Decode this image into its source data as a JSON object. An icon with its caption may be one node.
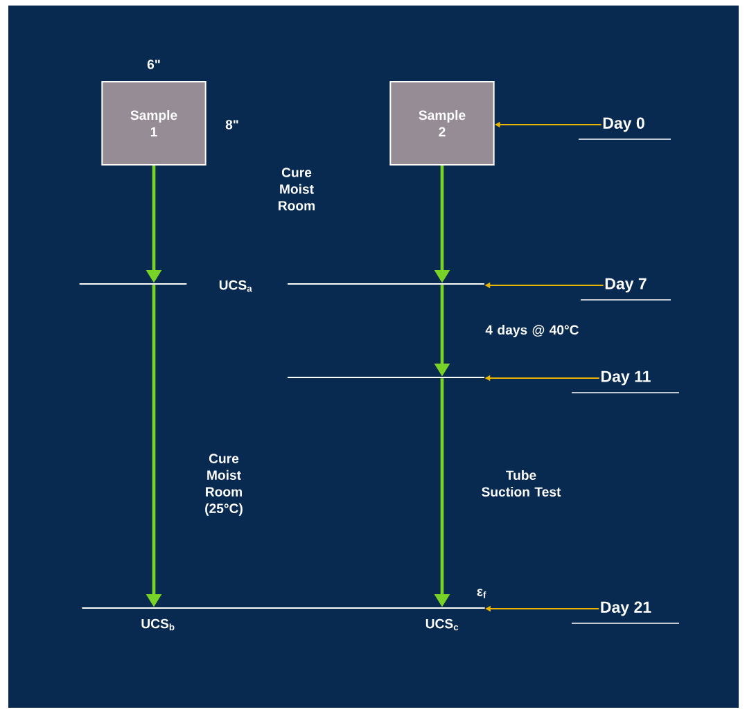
{
  "diagram": {
    "nodes": [
      {
        "text": [
          "Sample 1"
        ]
      },
      {
        "text": [
          "Sample 2"
        ]
      },
      {
        "text": [
          "Day 0"
        ]
      },
      {
        "text": [
          "Day 7"
        ]
      },
      {
        "text": [
          "Day 11"
        ]
      },
      {
        "text": [
          "Day 21"
        ]
      },
      {
        "text": [],
        "shape": "line"
      },
      {
        "text": [],
        "shape": "line"
      },
      {
        "text": [],
        "shape": "line"
      },
      {
        "text": [],
        "shape": "line"
      }
    ],
    "edges": [
      {
        "from": 0,
        "to": 6,
        "arrow": "to"
      },
      {
        "from": 6,
        "to": 9,
        "arrow": "to",
        "label": "Cure Moist Room (25°C)"
      },
      {
        "from": 1,
        "to": 7,
        "arrow": "to"
      },
      {
        "from": 7,
        "to": 8,
        "arrow": "to",
        "label": "4 days @ 40°C"
      },
      {
        "from": 8,
        "to": 9,
        "arrow": "to",
        "label": "Tube Suction Test"
      },
      {
        "from": 2,
        "to": 1,
        "arrow": "to",
        "color": "#e8b400"
      },
      {
        "from": 3,
        "to": 7,
        "arrow": "to",
        "color": "#e8b400"
      },
      {
        "from": 4,
        "to": 8,
        "arrow": "to",
        "color": "#e8b400"
      },
      {
        "from": 5,
        "to": 9,
        "arrow": "to",
        "color": "#e8b400"
      }
    ],
    "labels": [
      "6\"",
      "8\"",
      "Cure Moist Room",
      "UCS$_{a}$",
      "ε$_{f}$",
      "UCS$_{b}$",
      "UCS$_{c}$"
    ]
  }
}
